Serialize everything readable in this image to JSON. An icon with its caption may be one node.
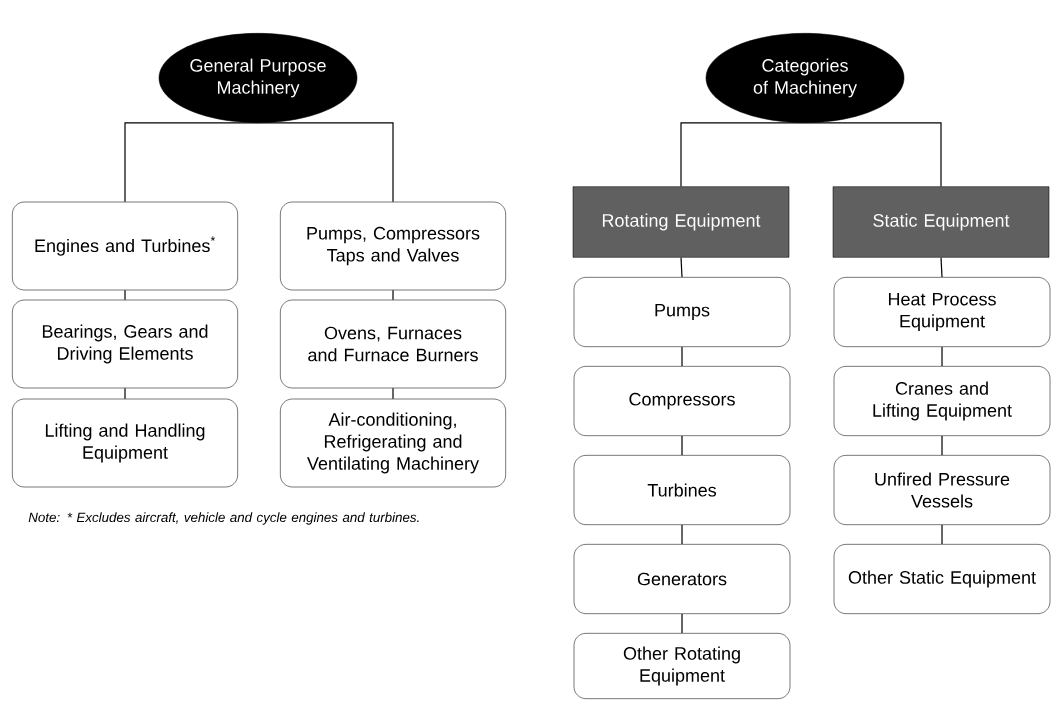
{
  "diagram": {
    "nodes": [
      {
        "text": [
          "General Purpose Machinery"
        ]
      },
      {
        "text": [
          "Engines and Turbines$^{*}$"
        ]
      },
      {
        "text": [
          "Bearings, Gears and Driving Elements"
        ]
      },
      {
        "text": [
          "Lifting and Handling Equipment"
        ]
      },
      {
        "text": [
          "Pumps, Compressors Taps and Valves"
        ]
      },
      {
        "text": [
          "Ovens, Furnaces and Furnace Burners"
        ]
      },
      {
        "text": [
          "Air-conditioning, Refrigerating and Ventilating Machinery"
        ]
      },
      {
        "text": [
          "Categories of Machinery"
        ]
      },
      {
        "text": [
          "Rotating Equipment"
        ]
      },
      {
        "text": [
          "Static Equipment"
        ]
      },
      {
        "text": [
          "Pumps"
        ]
      },
      {
        "text": [
          "Compressors"
        ]
      },
      {
        "text": [
          "Turbines"
        ]
      },
      {
        "text": [
          "Generators"
        ]
      },
      {
        "text": [
          "Other Rotating Equipment"
        ]
      },
      {
        "text": [
          "Heat Process Equipment"
        ]
      },
      {
        "text": [
          "Cranes and Lifting Equipment"
        ]
      },
      {
        "text": [
          "Unfired Pressure Vessels"
        ]
      },
      {
        "text": [
          "Other Static Equipment"
        ]
      }
    ],
    "edges": [
      {
        "from": 0,
        "to": 1,
        "arrow": "none"
      },
      {
        "from": 0,
        "to": 4,
        "arrow": "none"
      },
      {
        "from": 1,
        "to": 2,
        "arrow": "none"
      },
      {
        "from": 2,
        "to": 3,
        "arrow": "none"
      },
      {
        "from": 4,
        "to": 5,
        "arrow": "none"
      },
      {
        "from": 5,
        "to": 6,
        "arrow": "none"
      },
      {
        "from": 7,
        "to": 8,
        "arrow": "none"
      },
      {
        "from": 7,
        "to": 9,
        "arrow": "none"
      },
      {
        "from": 8,
        "to": 10,
        "arrow": "none"
      },
      {
        "from": 10,
        "to": 11,
        "arrow": "none"
      },
      {
        "from": 11,
        "to": 12,
        "arrow": "none"
      },
      {
        "from": 12,
        "to": 13,
        "arrow": "none"
      },
      {
        "from": 13,
        "to": 14,
        "arrow": "none"
      },
      {
        "from": 9,
        "to": 15,
        "arrow": "none"
      },
      {
        "from": 15,
        "to": 16,
        "arrow": "none"
      },
      {
        "from": 16,
        "to": 17,
        "arrow": "none"
      },
      {
        "from": 17,
        "to": 18,
        "arrow": "none"
      }
    ],
    "labels": [
      "Note: * Excludes aircraft, vehicle and cycle engines and turbines."
    ]
  }
}
